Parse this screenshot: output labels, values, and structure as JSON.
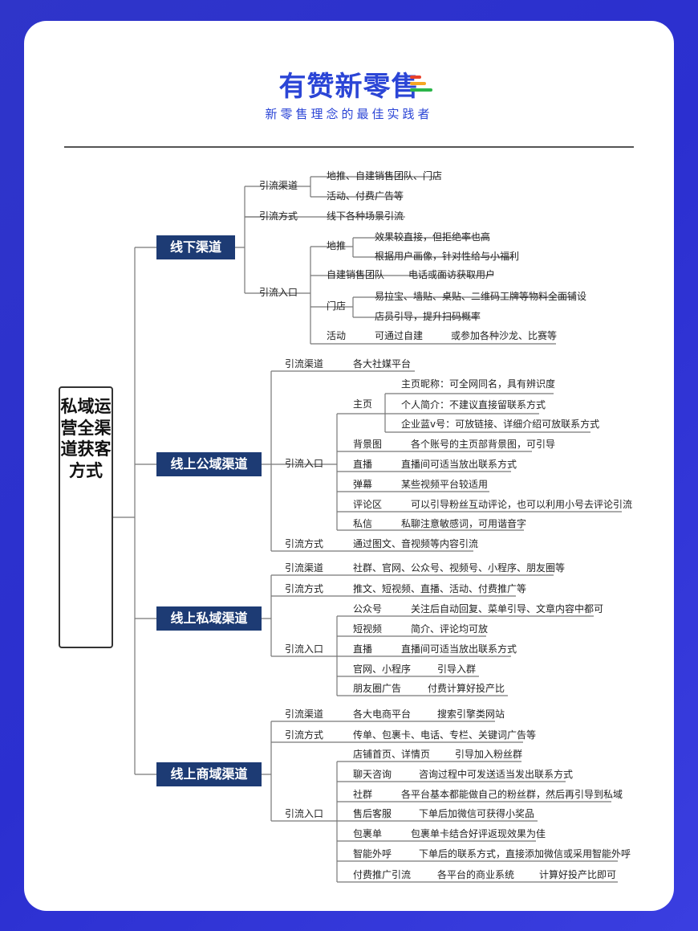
{
  "brand": {
    "title": "有赞新零售",
    "subtitle": "新零售理念的最佳实践者",
    "mark_colors": [
      "#e8402a",
      "#f5a623",
      "#2ab54a"
    ]
  },
  "root": "私域运营全渠道获客方式",
  "branches": {
    "b1": "线下渠道",
    "b2": "线上公域渠道",
    "b3": "线上私域渠道",
    "b4": "线上商域渠道"
  },
  "n": {
    "b1_l1": "引流渠道",
    "b1_l1a": "地推、自建销售团队、门店",
    "b1_l1b": "活动、付费广告等",
    "b1_l2": "引流方式",
    "b1_l2a": "线下各种场景引流",
    "b1_l3": "引流入口",
    "b1_l3_ditui": "地推",
    "b1_l3_ditui_a": "效果较直接，但拒绝率也高",
    "b1_l3_ditui_b": "根据用户画像，针对性给与小福利",
    "b1_l3_team": "自建销售团队",
    "b1_l3_team_a": "电话或面访获取用户",
    "b1_l3_store": "门店",
    "b1_l3_store_a": "易拉宝、墙贴、桌贴、二维码工牌等物料全面铺设",
    "b1_l3_store_b": "店员引导，提升扫码概率",
    "b1_l3_event": "活动",
    "b1_l3_event_a": "可通过自建",
    "b1_l3_event_b": "或参加各种沙龙、比赛等",
    "b2_l1": "引流渠道",
    "b2_l1a": "各大社媒平台",
    "b2_l2": "引流入口",
    "b2_home": "主页",
    "b2_home_a": "主页昵称：可全网同名，具有辨识度",
    "b2_home_b": "个人简介：不建议直接留联系方式",
    "b2_home_c": "企业蓝v号：可放链接、详细介绍可放联系方式",
    "b2_bg": "背景图",
    "b2_bg_a": "各个账号的主页部背景图，可引导",
    "b2_live": "直播",
    "b2_live_a": "直播间可适当放出联系方式",
    "b2_danmu": "弹幕",
    "b2_danmu_a": "某些视频平台较适用",
    "b2_comment": "评论区",
    "b2_comment_a": "可以引导粉丝互动评论，也可以利用小号去评论引流",
    "b2_dm": "私信",
    "b2_dm_a": "私聊注意敏感词，可用谐音字",
    "b2_l3": "引流方式",
    "b2_l3a": "通过图文、音视频等内容引流",
    "b3_l1": "引流渠道",
    "b3_l1a": "社群、官网、公众号、视频号、小程序、朋友圈等",
    "b3_l2": "引流方式",
    "b3_l2a": "推文、短视频、直播、活动、付费推广等",
    "b3_l3": "引流入口",
    "b3_gzh": "公众号",
    "b3_gzh_a": "关注后自动回复、菜单引导、文章内容中都可",
    "b3_dsp": "短视频",
    "b3_dsp_a": "简介、评论均可放",
    "b3_live": "直播",
    "b3_live_a": "直播间可适当放出联系方式",
    "b3_web": "官网、小程序",
    "b3_web_a": "引导入群",
    "b3_pyq": "朋友圈广告",
    "b3_pyq_a": "付费计算好投产比",
    "b4_l1": "引流渠道",
    "b4_l1a": "各大电商平台",
    "b4_l1b": "搜索引擎类网站",
    "b4_l2": "引流方式",
    "b4_l2a": "传单、包裹卡、电话、专栏、关键词广告等",
    "b4_l3": "引流入口",
    "b4_shop": "店铺首页、详情页",
    "b4_shop_a": "引导加入粉丝群",
    "b4_chat": "聊天咨询",
    "b4_chat_a": "咨询过程中可发送适当发出联系方式",
    "b4_group": "社群",
    "b4_group_a": "各平台基本都能做自己的粉丝群，然后再引导到私域",
    "b4_after": "售后客服",
    "b4_after_a": "下单后加微信可获得小奖品",
    "b4_pkg": "包裹单",
    "b4_pkg_a": "包裹单卡结合好评返现效果为佳",
    "b4_call": "智能外呼",
    "b4_call_a": "下单后的联系方式，直接添加微信或采用智能外呼",
    "b4_ad": "付费推广引流",
    "b4_ad_a": "各平台的商业系统",
    "b4_ad_b": "计算好投产比即可"
  }
}
